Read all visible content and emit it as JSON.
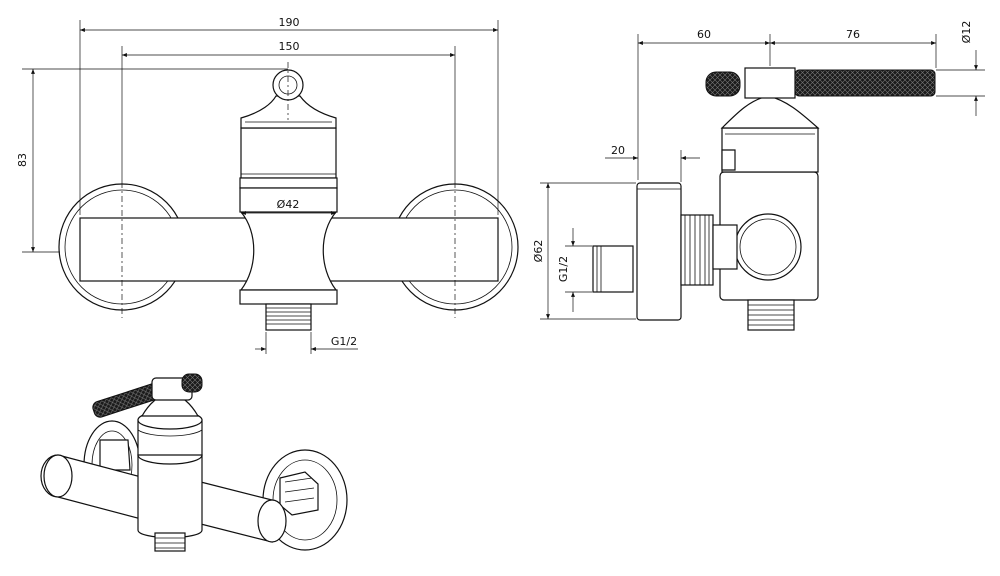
{
  "dimensions": {
    "width_190": "190",
    "width_150": "150",
    "height_83": "83",
    "dia_42": "Ø42",
    "thread_front": "G1/2",
    "depth_60": "60",
    "lever_76": "76",
    "dia_12": "Ø12",
    "offset_20": "20",
    "dia_62": "Ø62",
    "thread_side": "G1/2"
  },
  "colors": {
    "line": "#111111",
    "background": "#ffffff"
  }
}
